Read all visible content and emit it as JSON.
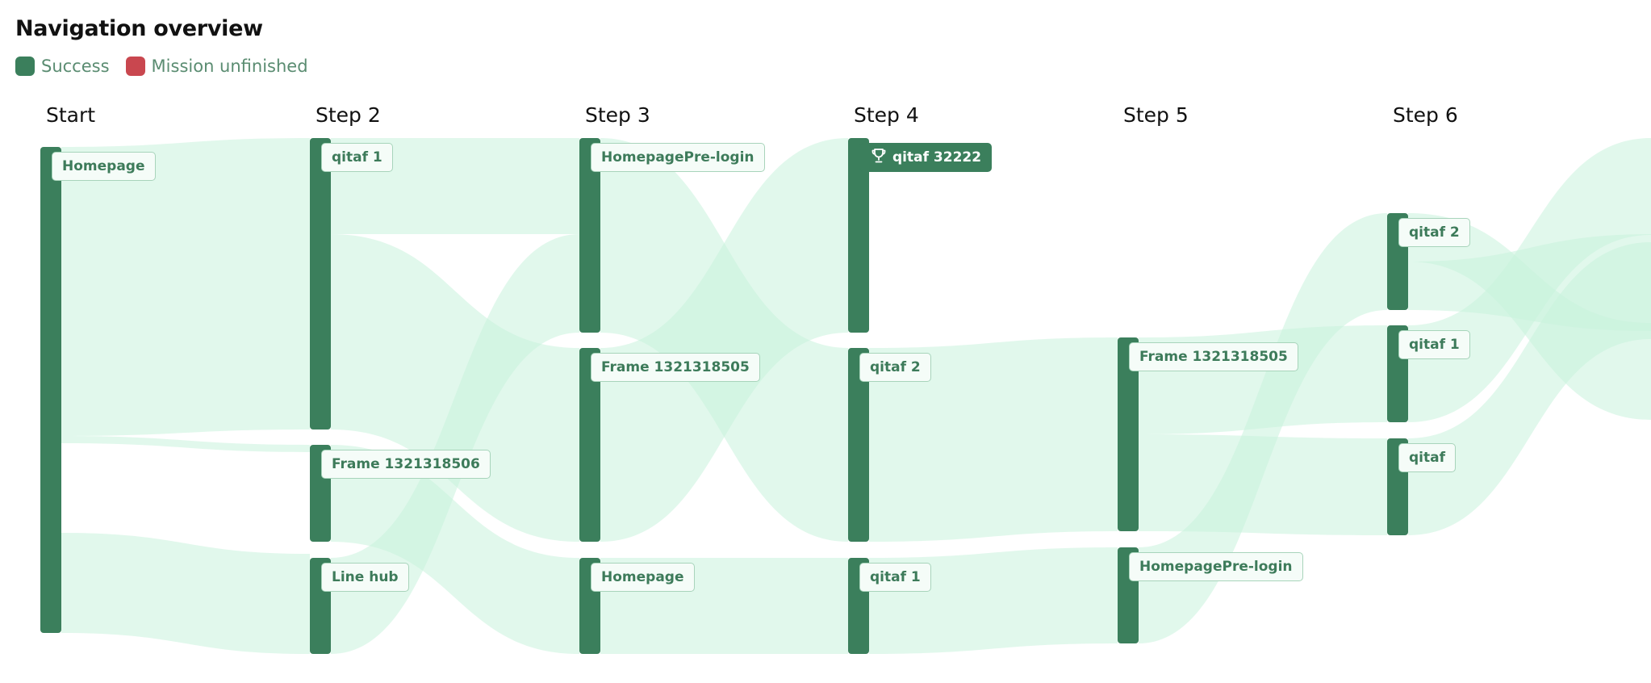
{
  "header": {
    "title": "Navigation overview"
  },
  "legend": [
    {
      "label": "Success",
      "color": "#3b7f5c"
    },
    {
      "label": "Mission unfinished",
      "color": "#c9474f"
    }
  ],
  "steps": [
    "Start",
    "Step 2",
    "Step 3",
    "Step 4",
    "Step 5",
    "Step 6"
  ],
  "colors": {
    "node_bar": "#3b7f5c",
    "link": "#c8f2dc",
    "label_border": "#a8d4bb",
    "label_text": "#3d7b5a"
  },
  "nodes": [
    {
      "id": "s1_homepage",
      "step": 0,
      "label": "Homepage"
    },
    {
      "id": "s2_qitaf1",
      "step": 1,
      "label": "qitaf 1"
    },
    {
      "id": "s2_frame1321318506",
      "step": 1,
      "label": "Frame 1321318506"
    },
    {
      "id": "s2_linehub",
      "step": 1,
      "label": "Line hub"
    },
    {
      "id": "s3_homepageprelogin",
      "step": 2,
      "label": "HomepagePre-login"
    },
    {
      "id": "s3_frame1321318505",
      "step": 2,
      "label": "Frame 1321318505"
    },
    {
      "id": "s3_homepage",
      "step": 2,
      "label": "Homepage"
    },
    {
      "id": "s4_qitaf32222",
      "step": 3,
      "label": "qitaf 32222",
      "goal": true,
      "icon": "trophy-icon"
    },
    {
      "id": "s4_qitaf2",
      "step": 3,
      "label": "qitaf 2"
    },
    {
      "id": "s4_qitaf1",
      "step": 3,
      "label": "qitaf 1"
    },
    {
      "id": "s5_frame1321318505",
      "step": 4,
      "label": "Frame 1321318505"
    },
    {
      "id": "s5_homepageprelogin",
      "step": 4,
      "label": "HomepagePre-login"
    },
    {
      "id": "s6_qitaf2",
      "step": 5,
      "label": "qitaf 2"
    },
    {
      "id": "s6_qitaf1",
      "step": 5,
      "label": "qitaf 1"
    },
    {
      "id": "s6_qitaf",
      "step": 5,
      "label": "qitaf"
    }
  ]
}
